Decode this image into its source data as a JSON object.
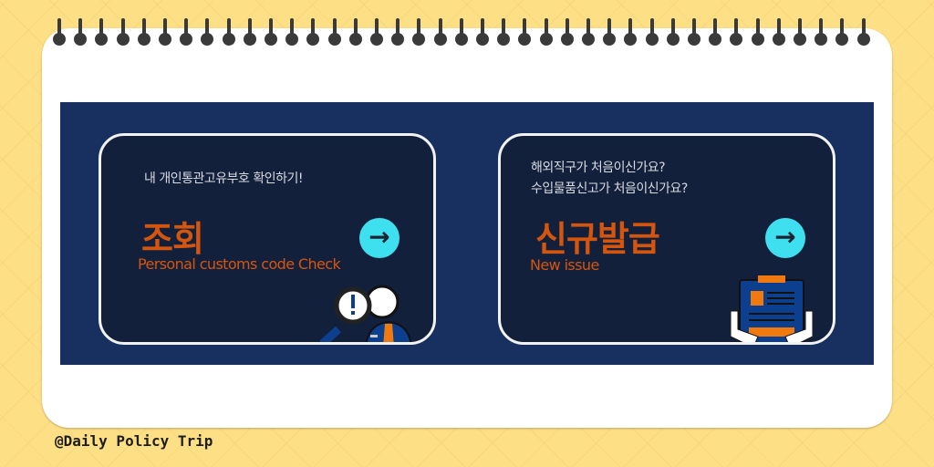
{
  "cards": [
    {
      "subtitle": "내 개인통관고유부호 확인하기!",
      "title": "조회",
      "english": "Personal customs code Check",
      "icon": "arrow-right-icon"
    },
    {
      "subtitle_lines": [
        "해외직구가 처음이신가요?",
        "수입물품신고가 처음이신가요?"
      ],
      "title": "신규발급",
      "english": "New issue",
      "icon": "arrow-right-icon"
    }
  ],
  "footer": "@Daily Policy Trip",
  "colors": {
    "background": "#fddf86",
    "banner": "#17305f",
    "card": "#13203c",
    "accent": "#d4560e",
    "arrow": "#3ee0f0"
  }
}
